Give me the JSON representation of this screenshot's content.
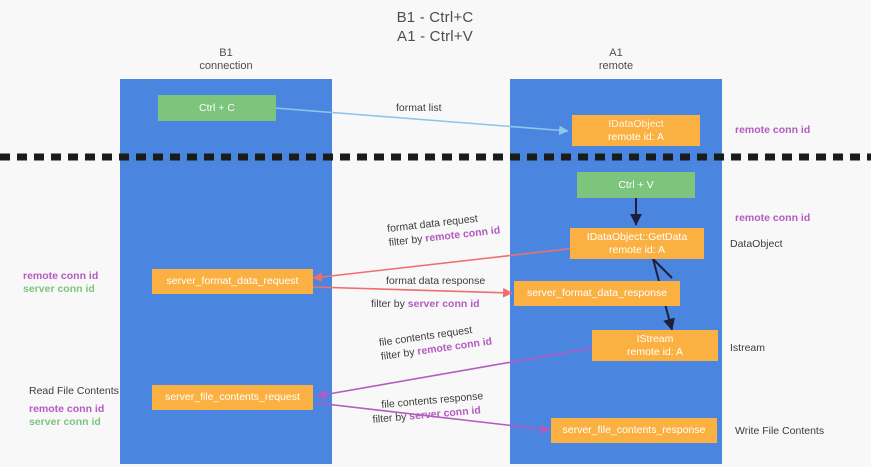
{
  "title": {
    "line1": "B1 - Ctrl+C",
    "line2": "A1 - Ctrl+V"
  },
  "columns": [
    {
      "name": "B1",
      "sub": "connection"
    },
    {
      "name": "A1",
      "sub": "remote"
    }
  ],
  "boxes": {
    "ctrl_c": {
      "label": "Ctrl + C",
      "color": "#7dc47d"
    },
    "ctrl_v": {
      "label": "Ctrl + V",
      "color": "#7dc47d"
    },
    "idataobject": {
      "line1": "IDataObject",
      "line2": "remote id: A",
      "color": "#fbb042"
    },
    "idataobject_getdata": {
      "line1": "IDataObject::GetData",
      "line2": "remote id: A",
      "color": "#fbb042"
    },
    "server_format_data_request": {
      "label": "server_format_data_request",
      "color": "#fbb042"
    },
    "server_format_data_response": {
      "label": "server_format_data_response",
      "color": "#fbb042"
    },
    "istream": {
      "line1": "IStream",
      "line2": "remote id: A",
      "color": "#fbb042"
    },
    "server_file_contents_request": {
      "label": "server_file_contents_request",
      "color": "#fbb042"
    },
    "server_file_contents_response": {
      "label": "server_file_contents_response",
      "color": "#fbb042"
    }
  },
  "edges": {
    "format_list": {
      "label": "format list"
    },
    "format_data_request": {
      "line1": "format data request",
      "line2_prefix": "filter by ",
      "line2_key": "remote conn id"
    },
    "format_data_response": {
      "line1": "format data response",
      "line2_prefix": "filter by ",
      "line2_key": "server conn id"
    },
    "file_contents_request": {
      "line1": "file contents request",
      "line2_prefix": "filter by ",
      "line2_key": "remote conn id"
    },
    "file_contents_response": {
      "line1": "file contents response",
      "line2_prefix": "filter by ",
      "line2_key": "server conn id"
    }
  },
  "annotations": {
    "right_top_conn": "remote conn id",
    "right_mid_conn": "remote conn id",
    "right_dataobject": "DataObject",
    "right_istream": "Istream",
    "right_write_file": "Write File Contents",
    "left_mid_remote": "remote conn id",
    "left_mid_server": "server conn id",
    "left_read_file": "Read File Contents",
    "left_bot_remote": "remote conn id",
    "left_bot_server": "server conn id"
  },
  "colors": {
    "lane": "#4a86e0",
    "green_box": "#7dc47d",
    "orange_box": "#fbb042",
    "purple_text": "#b45ac1",
    "green_text": "#7dc47d",
    "arrow_blue": "#8ec6e8",
    "arrow_red": "#ef6e6e",
    "arrow_magenta": "#b45ac1",
    "arrow_dark": "#1f1f3a",
    "divider": "#1b1b1b",
    "background": "#f8f8f8"
  }
}
